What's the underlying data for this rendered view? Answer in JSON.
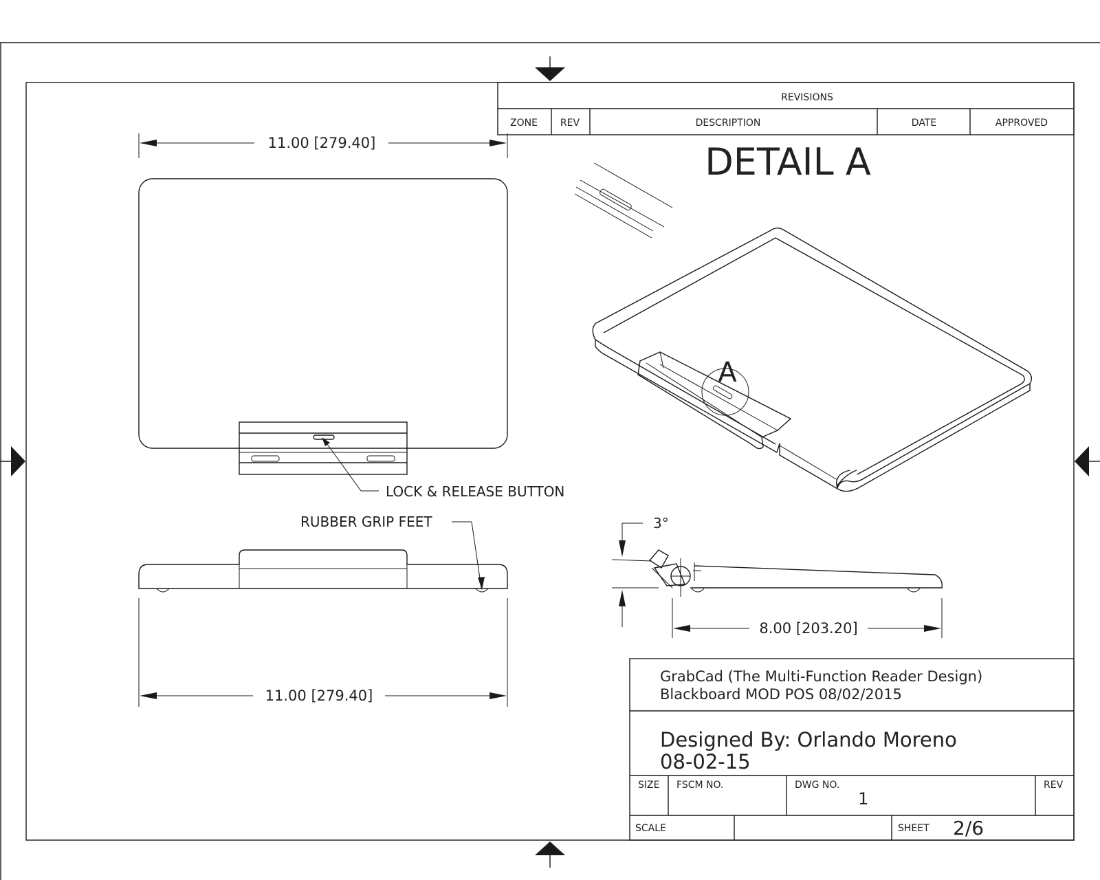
{
  "revisions": {
    "title": "REVISIONS",
    "columns": [
      "ZONE",
      "REV",
      "DESCRIPTION",
      "DATE",
      "APPROVED"
    ]
  },
  "views": {
    "detail_title": "DETAIL A",
    "detail_marker": "A",
    "top_width_dim": "11.00 [279.40]",
    "bottom_width_dim": "11.00 [279.40]",
    "side_length_dim": "8.00 [203.20]",
    "angle_dim": "3°",
    "callout_lock": "LOCK &  RELEASE BUTTON",
    "callout_feet": "RUBBER GRIP FEET"
  },
  "title_block": {
    "project_line1": "GrabCad (The Multi-Function Reader Design)",
    "project_line2": "Blackboard MOD POS 08/02/2015",
    "designed_by": "Designed By: Orlando Moreno",
    "design_date": "08-02-15",
    "size_label": "SIZE",
    "fscm_label": "FSCM NO.",
    "dwg_label": "DWG NO.",
    "dwg_value": "1",
    "rev_label": "REV",
    "scale_label": "SCALE",
    "sheet_label": "SHEET",
    "sheet_value": "2/6"
  }
}
